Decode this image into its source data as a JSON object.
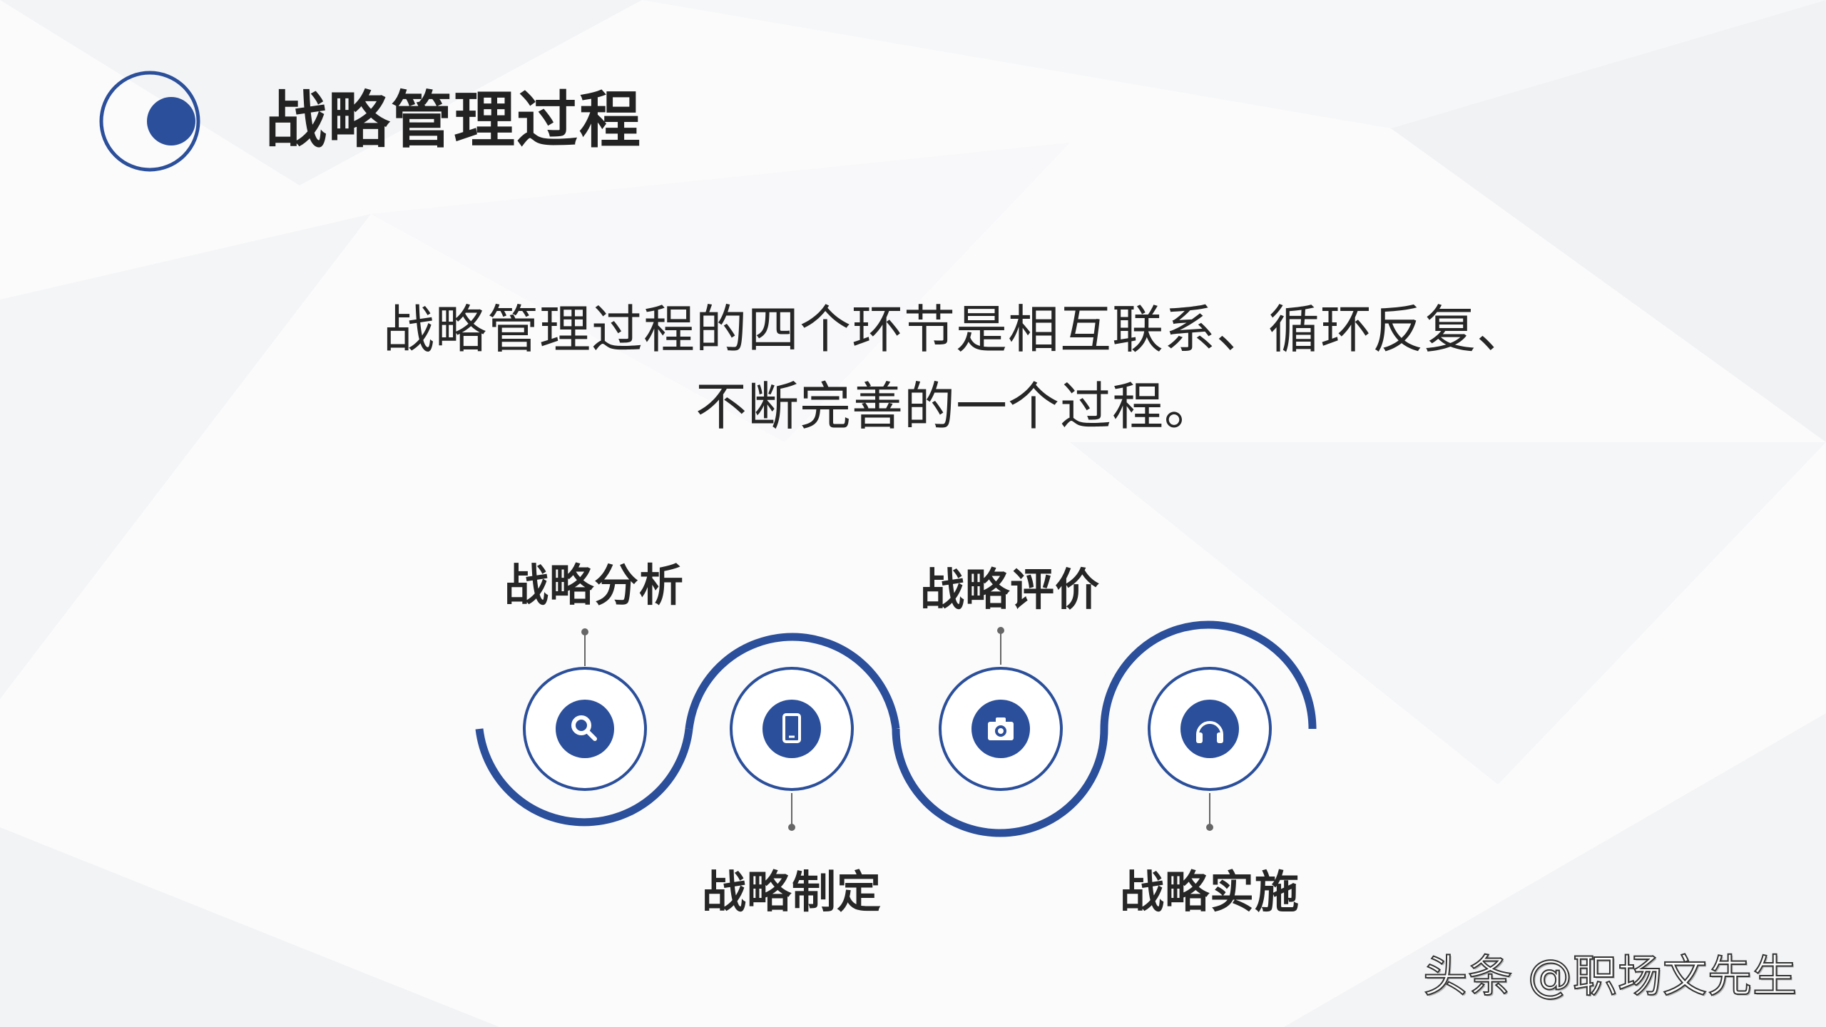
{
  "header": {
    "title": "战略管理过程"
  },
  "description": {
    "line1": "战略管理过程的四个环节是相互联系、循环反复、",
    "line2": "不断完善的一个过程。"
  },
  "stages": [
    {
      "label": "战略分析",
      "icon": "search-icon"
    },
    {
      "label": "战略制定",
      "icon": "mobile-phone-icon"
    },
    {
      "label": "战略评价",
      "icon": "camera-icon"
    },
    {
      "label": "战略实施",
      "icon": "headphones-icon"
    }
  ],
  "watermark": {
    "text": "头条 @职场文先生"
  },
  "colors": {
    "accent": "#2b4f9a",
    "text": "#262626",
    "background": "#fbfbfc"
  }
}
